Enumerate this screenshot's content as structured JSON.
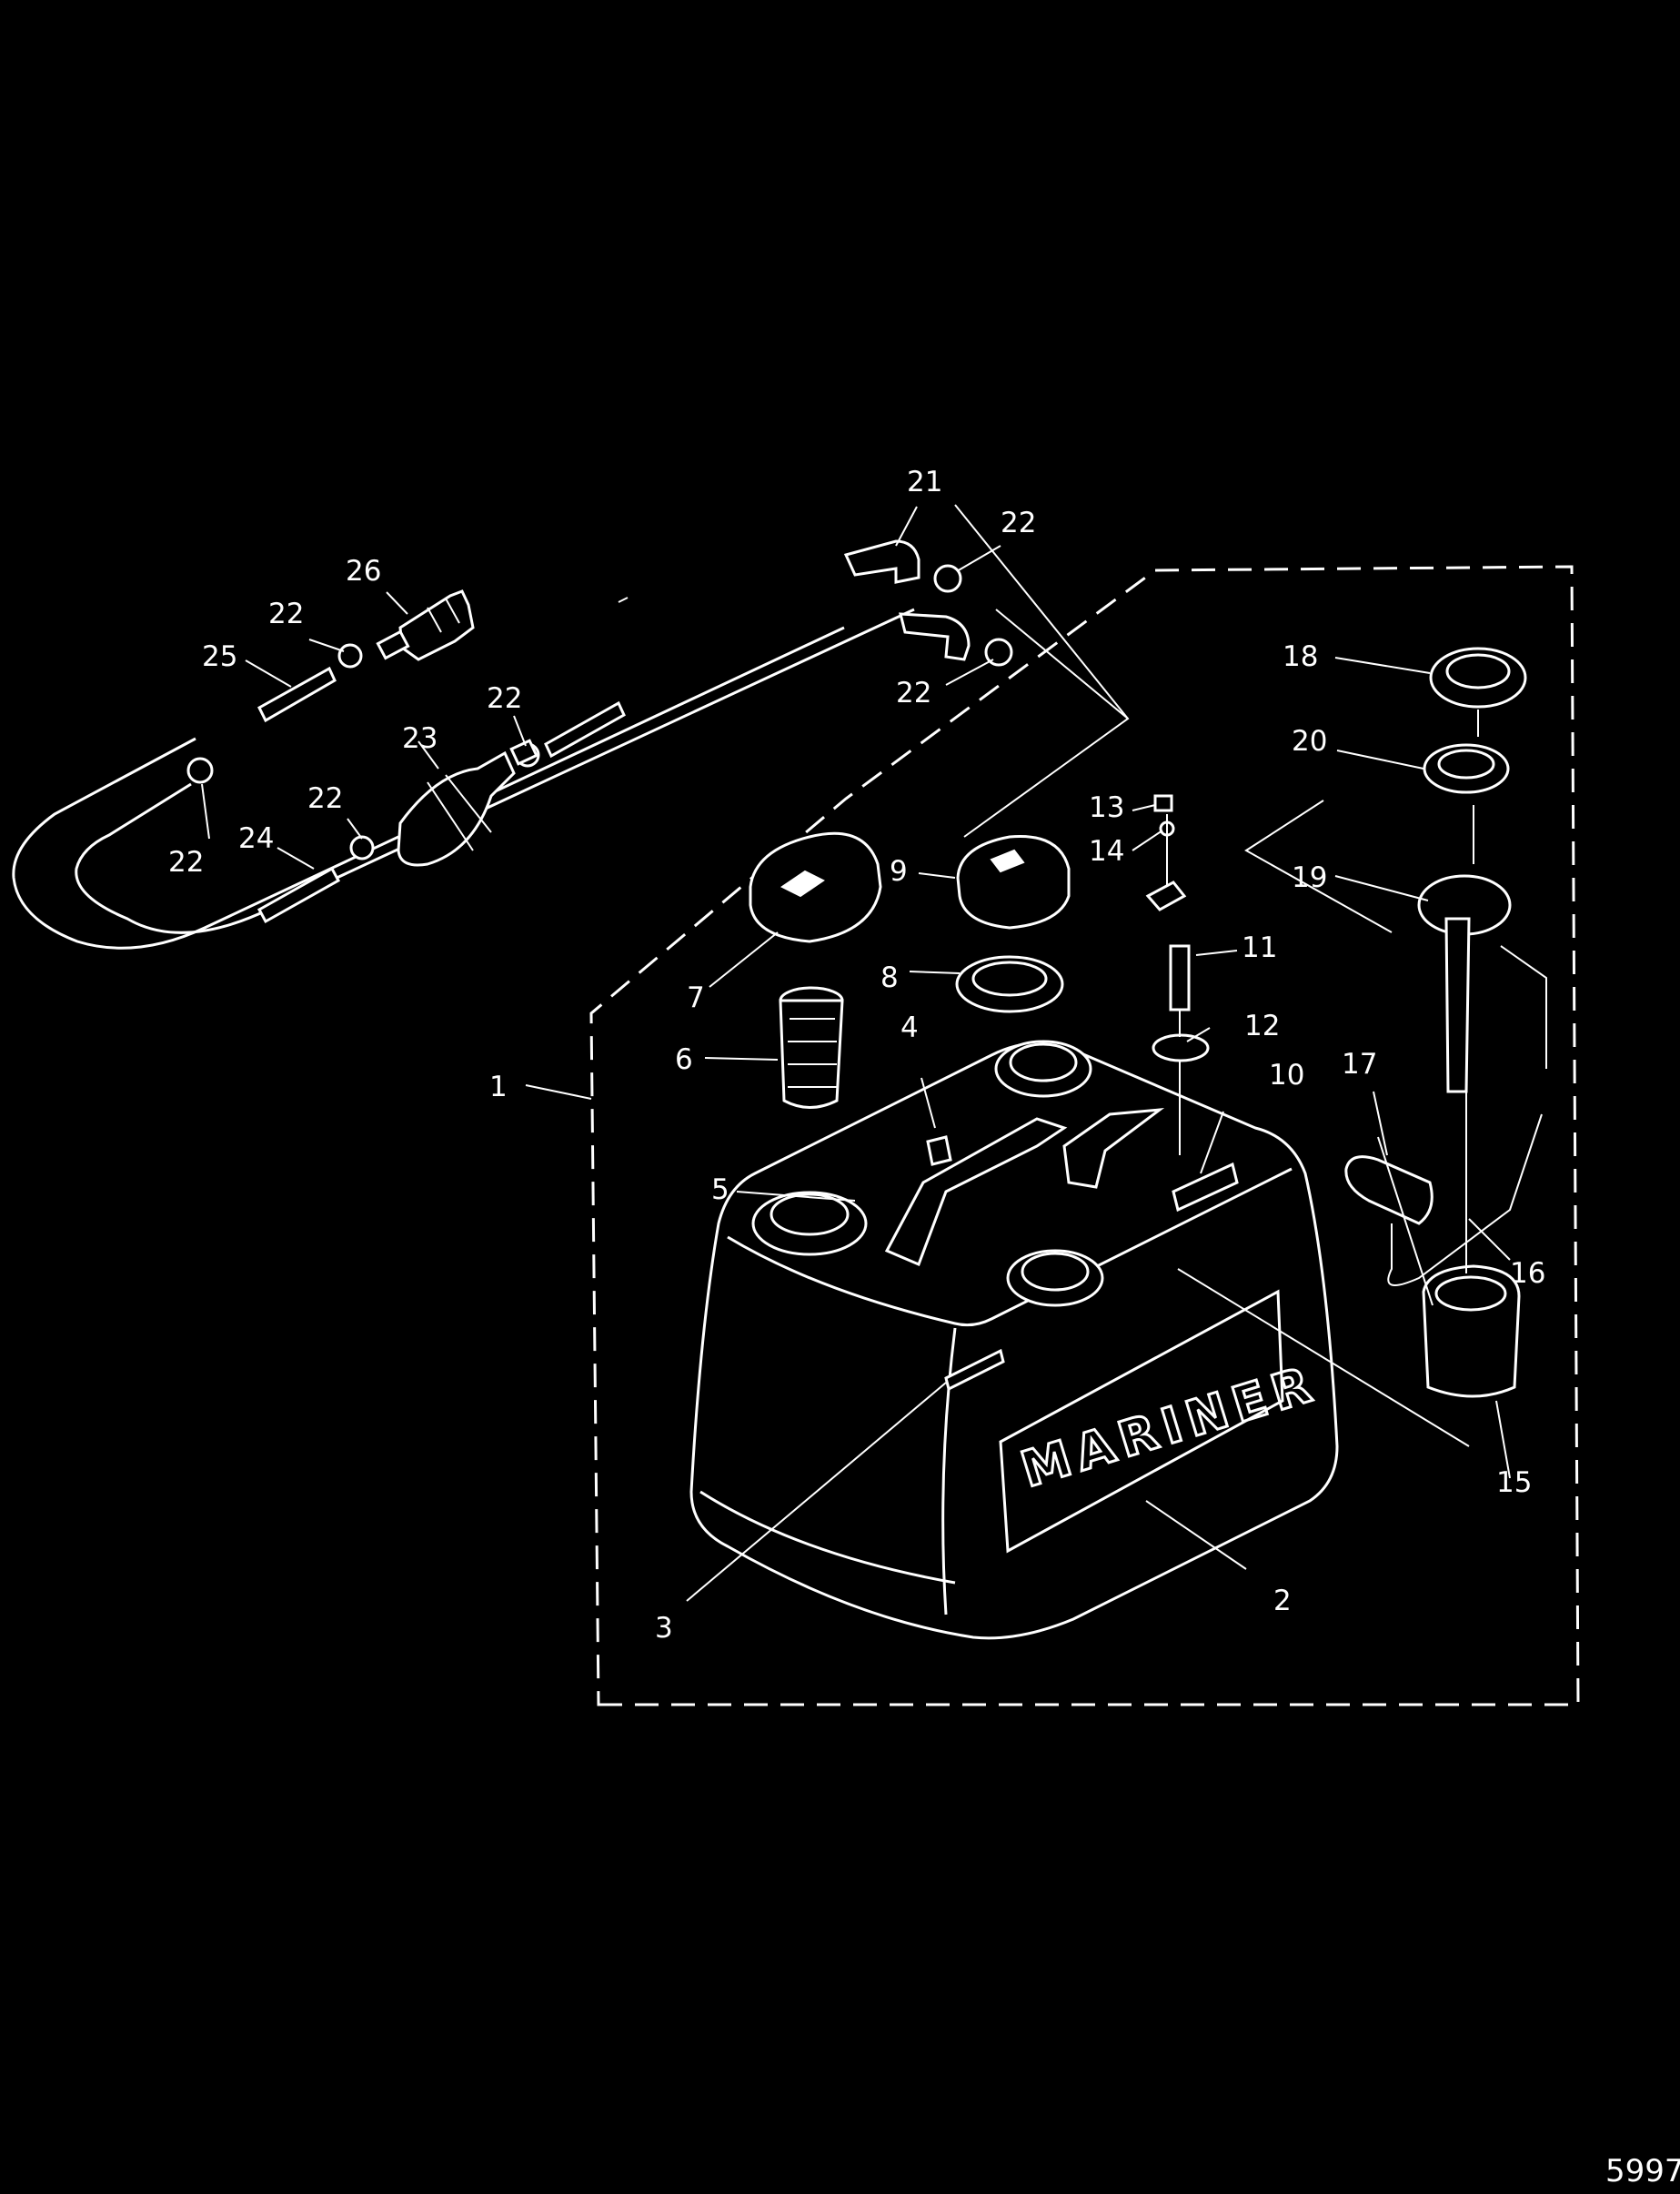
{
  "figure_number": "5997",
  "brand_text": "MARINER",
  "callouts": [
    {
      "id": "c1",
      "text": "1"
    },
    {
      "id": "c2",
      "text": "2"
    },
    {
      "id": "c3",
      "text": "3"
    },
    {
      "id": "c4",
      "text": "4"
    },
    {
      "id": "c5",
      "text": "5"
    },
    {
      "id": "c6",
      "text": "6"
    },
    {
      "id": "c7",
      "text": "7"
    },
    {
      "id": "c8",
      "text": "8"
    },
    {
      "id": "c9",
      "text": "9"
    },
    {
      "id": "c10",
      "text": "10"
    },
    {
      "id": "c11",
      "text": "11"
    },
    {
      "id": "c12",
      "text": "12"
    },
    {
      "id": "c13",
      "text": "13"
    },
    {
      "id": "c14",
      "text": "14"
    },
    {
      "id": "c15",
      "text": "15"
    },
    {
      "id": "c16",
      "text": "16"
    },
    {
      "id": "c17",
      "text": "17"
    },
    {
      "id": "c18",
      "text": "18"
    },
    {
      "id": "c19",
      "text": "19"
    },
    {
      "id": "c20",
      "text": "20"
    },
    {
      "id": "c21",
      "text": "21"
    },
    {
      "id": "c22a",
      "text": "22"
    },
    {
      "id": "c22b",
      "text": "22"
    },
    {
      "id": "c22c",
      "text": "22"
    },
    {
      "id": "c22d",
      "text": "22"
    },
    {
      "id": "c22e",
      "text": "22"
    },
    {
      "id": "c22f",
      "text": "22"
    },
    {
      "id": "c23",
      "text": "23"
    },
    {
      "id": "c24",
      "text": "24"
    },
    {
      "id": "c25",
      "text": "25"
    },
    {
      "id": "c26",
      "text": "26"
    }
  ]
}
